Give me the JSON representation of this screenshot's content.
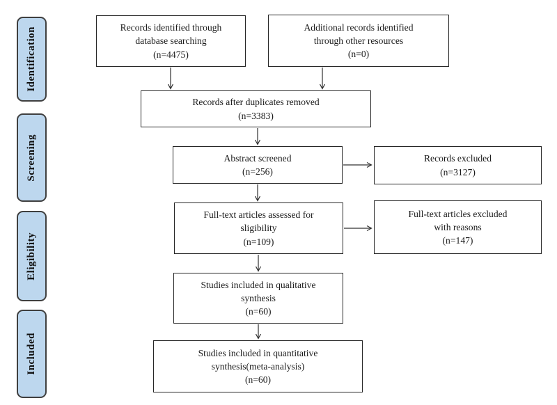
{
  "colors": {
    "background": "#ffffff",
    "sidebar_fill": "#bdd7ee",
    "sidebar_border": "#3f3f3f",
    "box_fill": "#ffffff",
    "box_border": "#262626",
    "arrow": "#303030",
    "text": "#1a1a1a"
  },
  "sidebar": {
    "stages": [
      {
        "label": "Identification"
      },
      {
        "label": "Screening"
      },
      {
        "label": "Eligibility"
      },
      {
        "label": "Included"
      }
    ]
  },
  "flow": {
    "boxes": [
      {
        "name": "records-identified",
        "lines": [
          "Records identified through",
          "database searching",
          "(n=4475)"
        ]
      },
      {
        "name": "additional-records",
        "lines": [
          "Additional records identified",
          "through other resources",
          "(n=0)"
        ]
      },
      {
        "name": "after-duplicates",
        "lines": [
          "Records after duplicates removed",
          "(n=3383)"
        ]
      },
      {
        "name": "abstract-screened",
        "lines": [
          "Abstract screened",
          "(n=256)"
        ]
      },
      {
        "name": "records-excluded",
        "lines": [
          "Records excluded",
          "(n=3127)"
        ]
      },
      {
        "name": "fulltext-assessed",
        "lines": [
          "Full-text articles assessed for",
          "sligibility",
          "(n=109)"
        ]
      },
      {
        "name": "fulltext-excluded",
        "lines": [
          "Full-text articles excluded",
          "with reasons",
          "(n=147)"
        ]
      },
      {
        "name": "qualitative-synthesis",
        "lines": [
          "Studies included in qualitative",
          "synthesis",
          "(n=60)"
        ]
      },
      {
        "name": "quantitative-synthesis",
        "lines": [
          "Studies included in quantitative",
          "synthesis(meta-analysis)",
          "(n=60)"
        ]
      }
    ]
  }
}
